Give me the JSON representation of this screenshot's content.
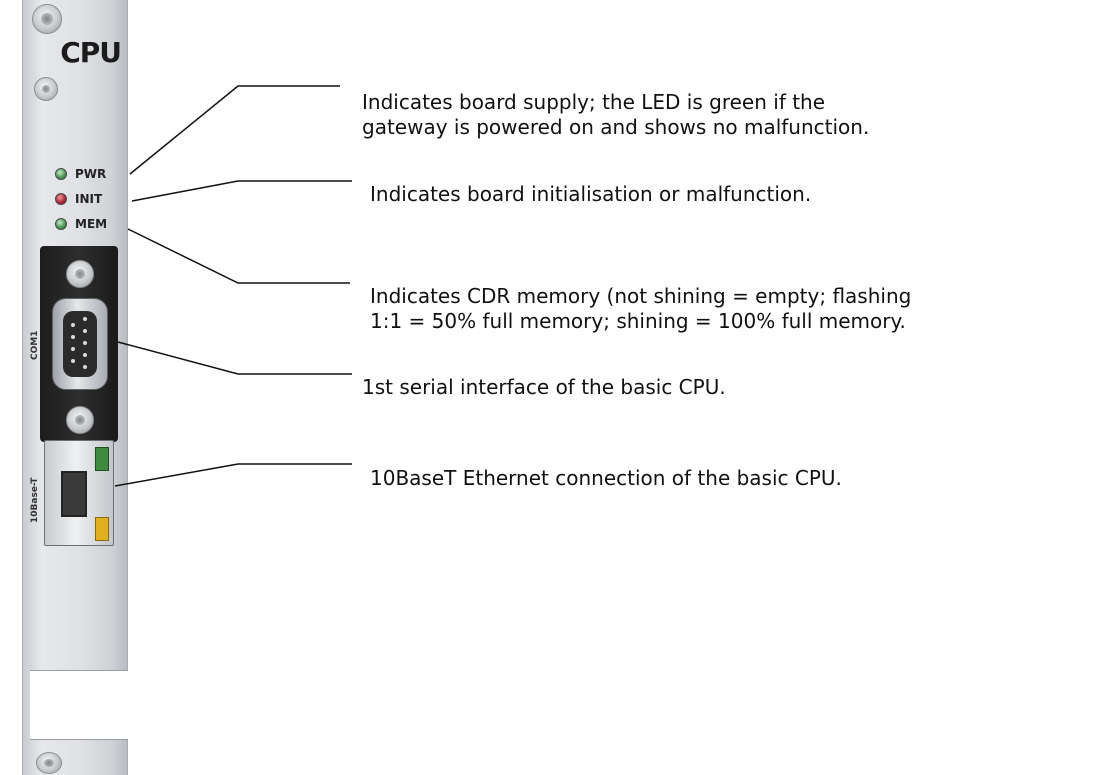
{
  "panel": {
    "title": "CPU",
    "leds": [
      {
        "label": "PWR",
        "color": "#4e9a56"
      },
      {
        "label": "INIT",
        "color": "#b0283a"
      },
      {
        "label": "MEM",
        "color": "#4e9a56"
      }
    ],
    "com_label": "COM1",
    "ethernet_label": "10Base-T"
  },
  "callouts": [
    {
      "line1": "Indicates board supply; the LED is green if the",
      "line2": "gateway is powered on and shows no malfunction."
    },
    {
      "line1": "Indicates board initialisation or malfunction.",
      "line2": ""
    },
    {
      "line1": "Indicates CDR memory (not shining = empty; flashing",
      "line2": "1:1 = 50% full memory; shining = 100% full memory."
    },
    {
      "line1": "1st serial interface of the basic CPU.",
      "line2": ""
    },
    {
      "line1": "10BaseT Ethernet connection of the basic CPU.",
      "line2": ""
    }
  ]
}
